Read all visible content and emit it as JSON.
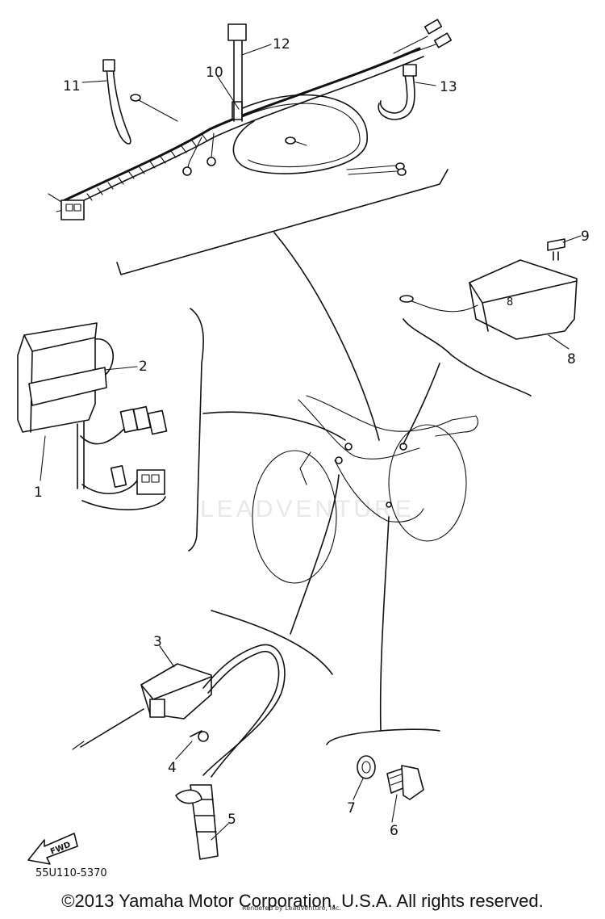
{
  "callouts": {
    "c1": "1",
    "c2": "2",
    "c3": "3",
    "c4": "4",
    "c5": "5",
    "c6": "6",
    "c7": "7",
    "c8": "8",
    "c9": "9",
    "c10": "10",
    "c11": "11",
    "c12": "12",
    "c13": "13"
  },
  "part_code": "55U110-5370",
  "fwd_label": "FWD",
  "watermark": "LEADVENTURE",
  "copyright": "©2013 Yamaha Motor Corporation, U.S.A. All rights reserved.",
  "rendered_by": "Rendered by LeadVenture, Inc."
}
